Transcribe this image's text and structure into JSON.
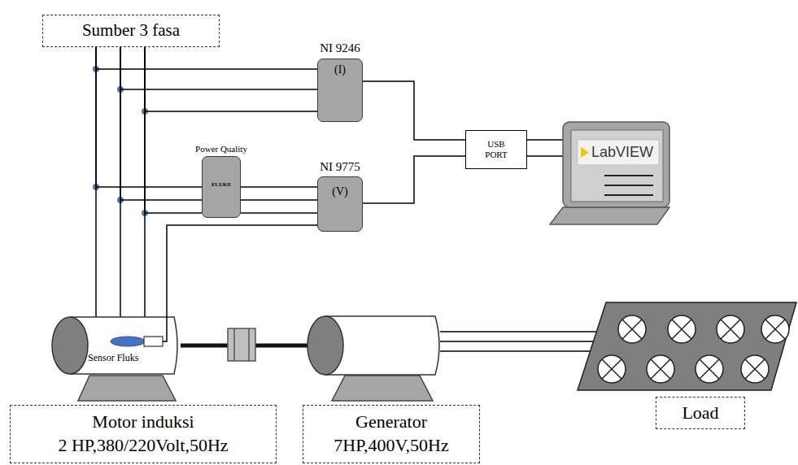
{
  "diagram": {
    "nodes": [
      {
        "text": [
          "Sumber 3 fasa"
        ]
      },
      {
        "text": [
          "NI 9246",
          "(I)"
        ]
      },
      {
        "text": [
          "Power Quality",
          "FLUKE"
        ]
      },
      {
        "text": [
          "NI 9775",
          "(V)"
        ]
      },
      {
        "text": [
          "USB PORT"
        ]
      },
      {
        "text": [
          "LabVIEW"
        ]
      },
      {
        "text": [
          "Sensor Fluks"
        ]
      },
      {
        "text": [
          "Motor induksi",
          "2 HP,380/220Volt,50Hz"
        ]
      },
      {
        "text": [
          "Generator",
          "7HP,400V,50Hz"
        ]
      },
      {
        "text": [
          "Load"
        ]
      }
    ],
    "edges": [
      {
        "from": 0,
        "to": 1,
        "arrow": "none"
      },
      {
        "from": 0,
        "to": 2,
        "arrow": "none"
      },
      {
        "from": 0,
        "to": 6,
        "arrow": "none"
      },
      {
        "from": 2,
        "to": 3,
        "arrow": "none"
      },
      {
        "from": 6,
        "to": 3,
        "arrow": "none"
      },
      {
        "from": 1,
        "to": 4,
        "arrow": "none"
      },
      {
        "from": 3,
        "to": 4,
        "arrow": "none"
      },
      {
        "from": 4,
        "to": 5,
        "arrow": "none"
      }
    ]
  }
}
